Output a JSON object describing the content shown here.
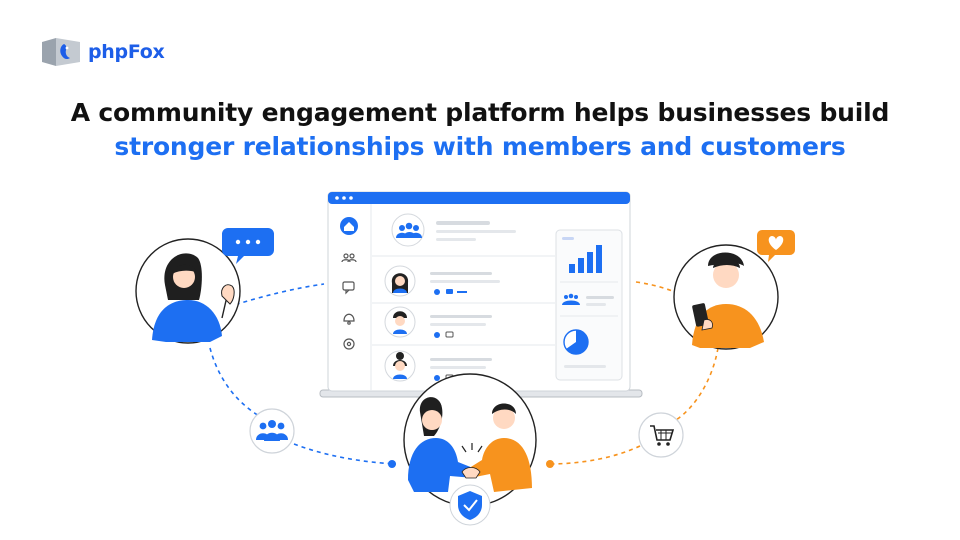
{
  "brand": {
    "name": "phpFox"
  },
  "headline": {
    "line1": "A community engagement platform helps businesses build",
    "line2": "stronger relationships with members and customers"
  },
  "colors": {
    "brand_blue": "#1d6ff2",
    "orange": "#f7931e",
    "text_dark": "#111111"
  },
  "icons": {
    "sidebar": [
      "home-icon",
      "community-icon",
      "chat-icon",
      "bell-icon",
      "gear-icon"
    ],
    "left_bubble": "chat-dots-icon",
    "right_bubble": "heart-icon",
    "left_node": "group-icon",
    "right_node": "cart-icon",
    "bottom_badge": "shield-check-icon"
  }
}
